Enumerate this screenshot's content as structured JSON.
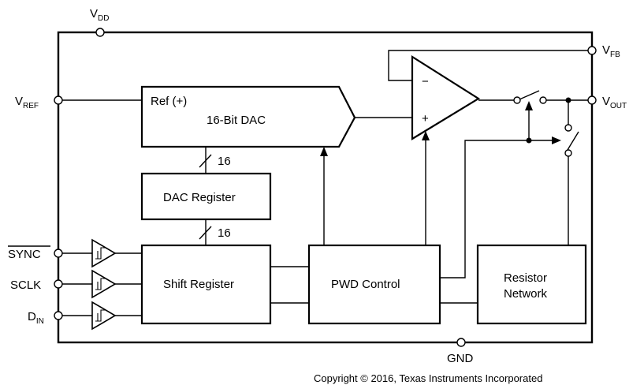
{
  "pins": {
    "vdd": {
      "main": "V",
      "sub": "DD"
    },
    "vref": {
      "main": "V",
      "sub": "REF"
    },
    "vfb": {
      "main": "V",
      "sub": "FB"
    },
    "vout": {
      "main": "V",
      "sub": "OUT"
    },
    "sync": "SYNC",
    "sclk": "SCLK",
    "din": {
      "main": "D",
      "sub": "IN"
    },
    "gnd": "GND"
  },
  "blocks": {
    "dac_ref": "Ref (+)",
    "dac": "16-Bit DAC",
    "dac_register": "DAC Register",
    "shift_register": "Shift Register",
    "pwd_control": "PWD Control",
    "resistor_network_line1": "Resistor",
    "resistor_network_line2": "Network"
  },
  "bus": {
    "upper": "16",
    "lower": "16"
  },
  "amp": {
    "minus": "−",
    "plus": "+"
  },
  "copyright": "Copyright © 2016, Texas Instruments Incorporated"
}
